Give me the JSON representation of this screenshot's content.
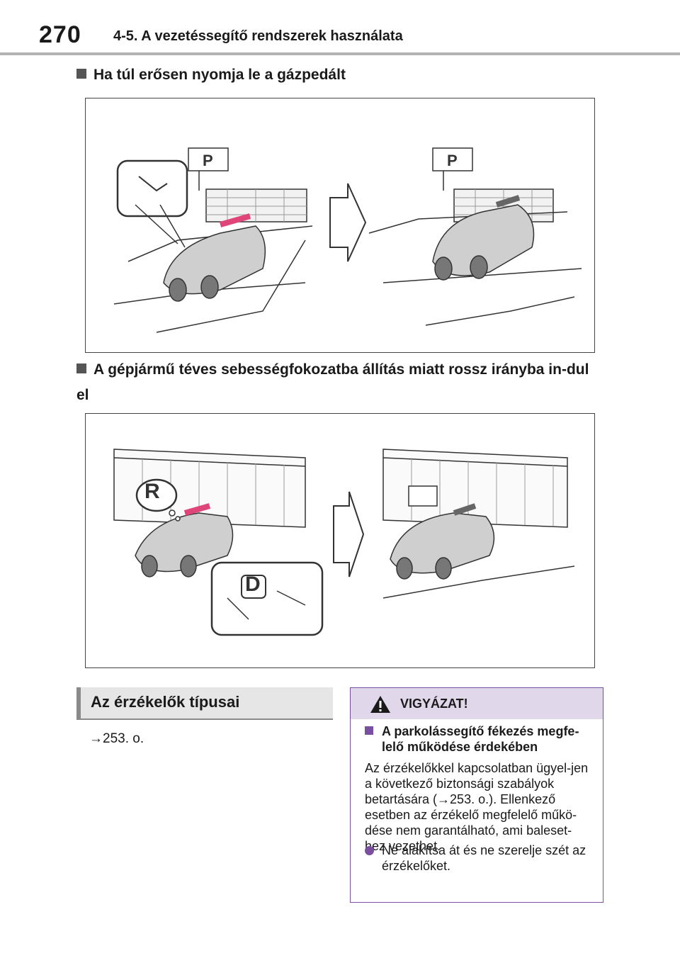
{
  "header": {
    "page_number": "270",
    "chapter": "4-5. A vezetéssegítő rendszerek használata"
  },
  "section1": {
    "title": "Ha túl erősen nyomja le a gázpedált"
  },
  "section2": {
    "title": "A gépjármű téves sebességfokozatba állítás miatt rossz irányba in-dul el"
  },
  "figure2": {
    "gear_bubble": "R",
    "gear_badge": "D"
  },
  "sensors": {
    "heading": "Az érzékelők típusai",
    "reference": "→253. o."
  },
  "warning": {
    "title": "VIGYÁZAT!",
    "subtitle": "A parkolássegítő fékezés megfe-lelő működése érdekében",
    "body": "Az érzékelőkkel kapcsolatban ügyel-jen a következő biztonsági szabályok betartására (→253. o.). Ellenkező esetben az érzékelő megfelelő műkö-dése nem garantálható, ami baleset-hez vezethet.",
    "bullet": "Ne alakítsa át és ne szerelje szét az érzékelőket.",
    "accent": "#7a4fa0"
  }
}
